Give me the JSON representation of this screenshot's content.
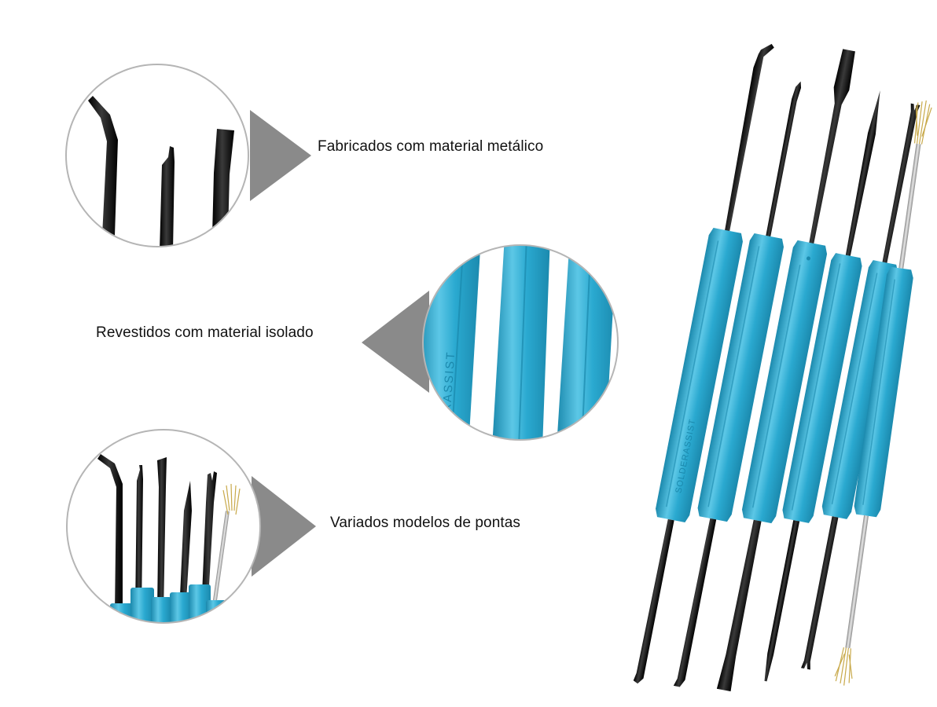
{
  "captions": {
    "metal": "Fabricados com material metálico",
    "insulated": "Revestidos com material isolado",
    "tips": "Variados modelos de pontas"
  },
  "handle_brand_text": "SOLDERASSIST",
  "zoom_brand_text": "RASSIST",
  "colors": {
    "background": "#ffffff",
    "handle_blue": "#2aa9d0",
    "handle_highlight": "#5cc7e6",
    "handle_shadow": "#1b89ad",
    "tip_black": "#111111",
    "pointer_gray": "#8a8a8a",
    "circle_border": "#b5b5b5",
    "brass": "#c8a94a"
  },
  "tools": [
    {
      "name": "hook-tool"
    },
    {
      "name": "fork-tool"
    },
    {
      "name": "flat-chisel-tool"
    },
    {
      "name": "pick-tool"
    },
    {
      "name": "double-prong-tool"
    },
    {
      "name": "wire-brush-tool"
    }
  ]
}
